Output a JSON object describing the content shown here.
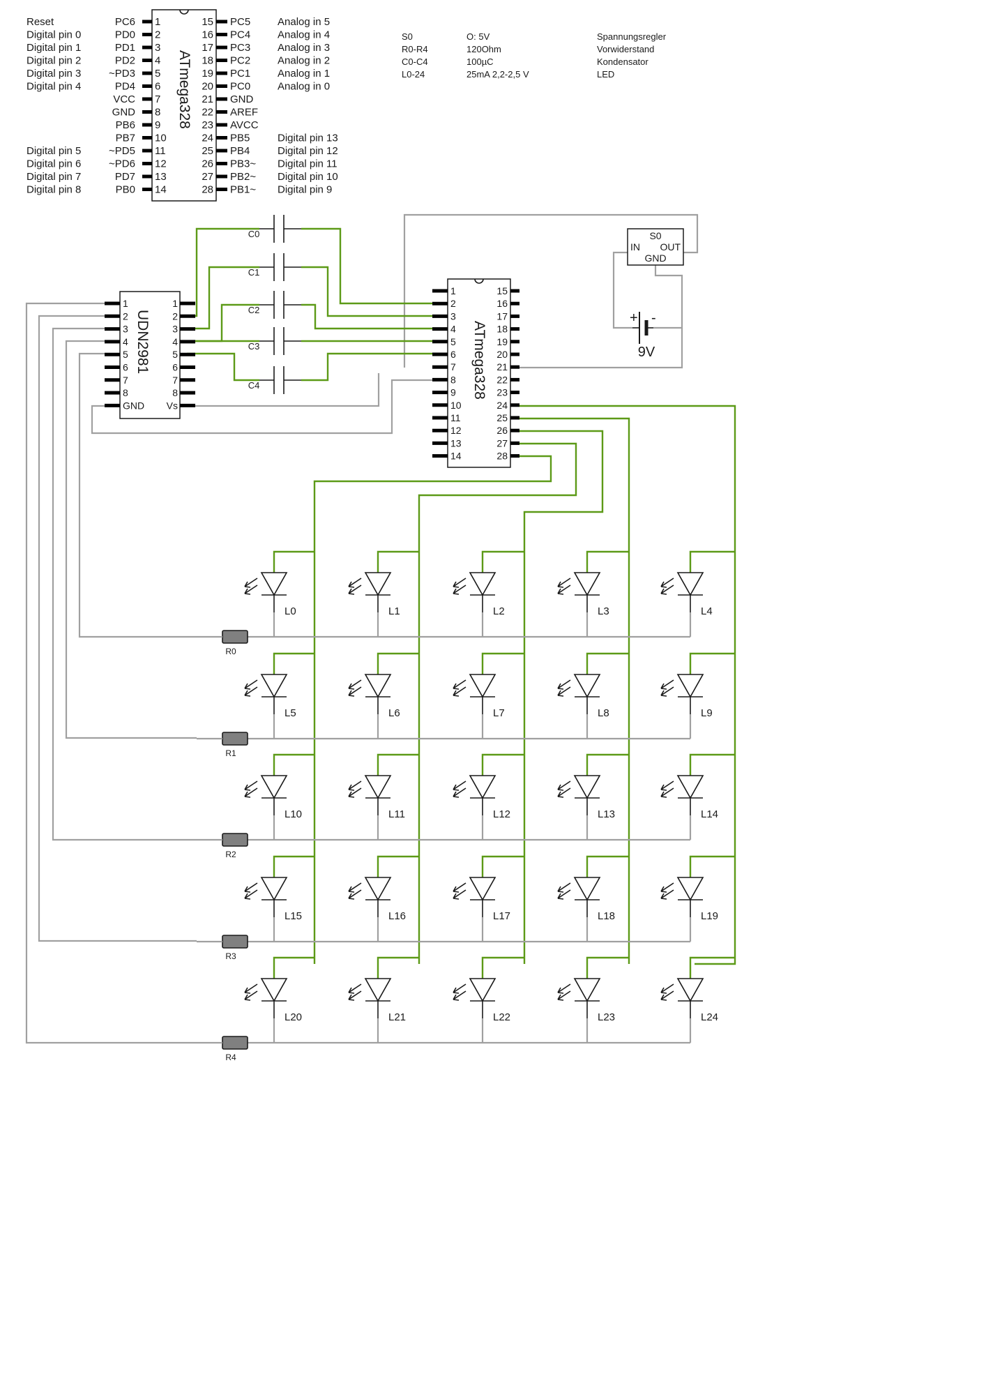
{
  "pinout": {
    "chip_name": "ATmega328",
    "left": [
      {
        "desc": "Reset",
        "port": "PC6",
        "num": "1"
      },
      {
        "desc": "Digital pin 0",
        "port": "PD0",
        "num": "2"
      },
      {
        "desc": "Digital pin 1",
        "port": "PD1",
        "num": "3"
      },
      {
        "desc": "Digital pin 2",
        "port": "PD2",
        "num": "4"
      },
      {
        "desc": "Digital pin 3",
        "port": "~PD3",
        "num": "5"
      },
      {
        "desc": "Digital pin 4",
        "port": "PD4",
        "num": "6"
      },
      {
        "desc": "",
        "port": "VCC",
        "num": "7"
      },
      {
        "desc": "",
        "port": "GND",
        "num": "8"
      },
      {
        "desc": "",
        "port": "PB6",
        "num": "9"
      },
      {
        "desc": "",
        "port": "PB7",
        "num": "10"
      },
      {
        "desc": "Digital pin 5",
        "port": "~PD5",
        "num": "11"
      },
      {
        "desc": "Digital pin 6",
        "port": "~PD6",
        "num": "12"
      },
      {
        "desc": "Digital pin 7",
        "port": "PD7",
        "num": "13"
      },
      {
        "desc": "Digital pin 8",
        "port": "PB0",
        "num": "14"
      }
    ],
    "right": [
      {
        "num": "15",
        "port": "PC5",
        "desc": "Analog in 5"
      },
      {
        "num": "16",
        "port": "PC4",
        "desc": "Analog in 4"
      },
      {
        "num": "17",
        "port": "PC3",
        "desc": "Analog in 3"
      },
      {
        "num": "18",
        "port": "PC2",
        "desc": "Analog in 2"
      },
      {
        "num": "19",
        "port": "PC1",
        "desc": "Analog in 1"
      },
      {
        "num": "20",
        "port": "PC0",
        "desc": "Analog in 0"
      },
      {
        "num": "21",
        "port": "GND",
        "desc": ""
      },
      {
        "num": "22",
        "port": "AREF",
        "desc": ""
      },
      {
        "num": "23",
        "port": "AVCC",
        "desc": ""
      },
      {
        "num": "24",
        "port": "PB5",
        "desc": "Digital pin 13"
      },
      {
        "num": "25",
        "port": "PB4",
        "desc": "Digital pin 12"
      },
      {
        "num": "26",
        "port": "PB3~",
        "desc": "Digital pin 11"
      },
      {
        "num": "27",
        "port": "PB2~",
        "desc": "Digital pin 10"
      },
      {
        "num": "28",
        "port": "PB1~",
        "desc": "Digital pin 9"
      }
    ]
  },
  "legend": [
    {
      "ref": "S0",
      "value": "O: 5V",
      "part": "Spannungsregler"
    },
    {
      "ref": "R0-R4",
      "value": "120Ohm",
      "part": "Vorwiderstand"
    },
    {
      "ref": "C0-C4",
      "value": "100µC",
      "part": "Kondensator"
    },
    {
      "ref": "L0-24",
      "value": "25mA  2,2-2,5 V",
      "part": "LED"
    }
  ],
  "udn": {
    "name": "UDN2981",
    "left_pins": [
      "1",
      "2",
      "3",
      "4",
      "5",
      "6",
      "7",
      "8",
      "GND"
    ],
    "right_pins": [
      "1",
      "2",
      "3",
      "4",
      "5",
      "6",
      "7",
      "8",
      "Vs"
    ]
  },
  "mcu": {
    "name": "ATmega328",
    "left_pins": [
      "1",
      "2",
      "3",
      "4",
      "5",
      "6",
      "7",
      "8",
      "9",
      "10",
      "11",
      "12",
      "13",
      "14"
    ],
    "right_pins": [
      "15",
      "16",
      "17",
      "18",
      "19",
      "20",
      "21",
      "22",
      "23",
      "24",
      "25",
      "26",
      "27",
      "28"
    ]
  },
  "capacitors": [
    "C0",
    "C1",
    "C2",
    "C3",
    "C4"
  ],
  "regulator": {
    "name": "S0",
    "in_label": "IN",
    "out_label": "OUT",
    "gnd_label": "GND"
  },
  "battery": {
    "label": "9V",
    "plus": "+",
    "minus": "-"
  },
  "resistors": [
    "R0",
    "R1",
    "R2",
    "R3",
    "R4"
  ],
  "leds": [
    "L0",
    "L1",
    "L2",
    "L3",
    "L4",
    "L5",
    "L6",
    "L7",
    "L8",
    "L9",
    "L10",
    "L11",
    "L12",
    "L13",
    "L14",
    "L15",
    "L16",
    "L17",
    "L18",
    "L19",
    "L20",
    "L21",
    "L22",
    "L23",
    "L24"
  ],
  "colors": {
    "net_green": "#5c9a17",
    "wire_gray": "#a0a0a0",
    "pin_black": "#000000",
    "resistor_fill": "#808080"
  }
}
